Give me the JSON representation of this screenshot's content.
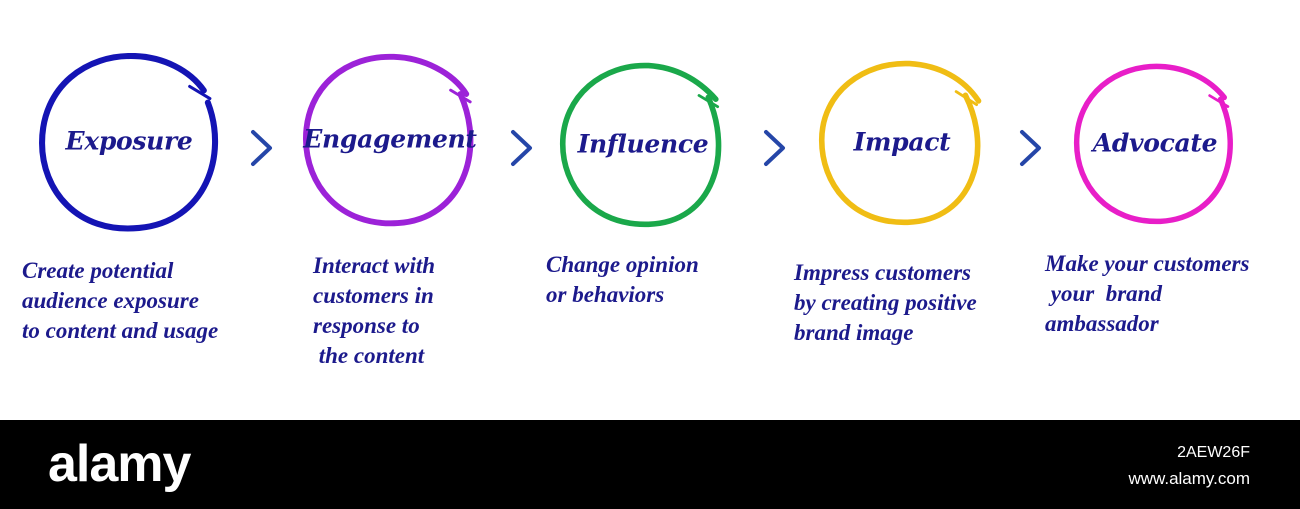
{
  "colors": {
    "text": "#1c1a8c",
    "arrow": "#2546a8",
    "exposure": "#1414b4",
    "engagement": "#9c22d8",
    "influence": "#1aa84a",
    "impact": "#f0bd14",
    "advocate": "#e81ec8"
  },
  "stages": [
    {
      "id": "exposure",
      "title": "Exposure",
      "description": "Create potential\naudience exposure\nto content and usage"
    },
    {
      "id": "engagement",
      "title": "Engagement",
      "description": "Interact with\ncustomers in\nresponse to\n the content"
    },
    {
      "id": "influence",
      "title": "Influence",
      "description": "Change opinion\nor behaviors"
    },
    {
      "id": "impact",
      "title": "Impact",
      "description": "Impress customers\nby creating positive\nbrand image"
    },
    {
      "id": "advocate",
      "title": "Advocate",
      "description": "Make your customers\n your  brand\nambassador"
    }
  ],
  "icons": {
    "arrow": "chevron-right-icon"
  },
  "watermark": {
    "logo": "alamy",
    "image_code": "2AEW26F",
    "site": "www.alamy.com"
  }
}
